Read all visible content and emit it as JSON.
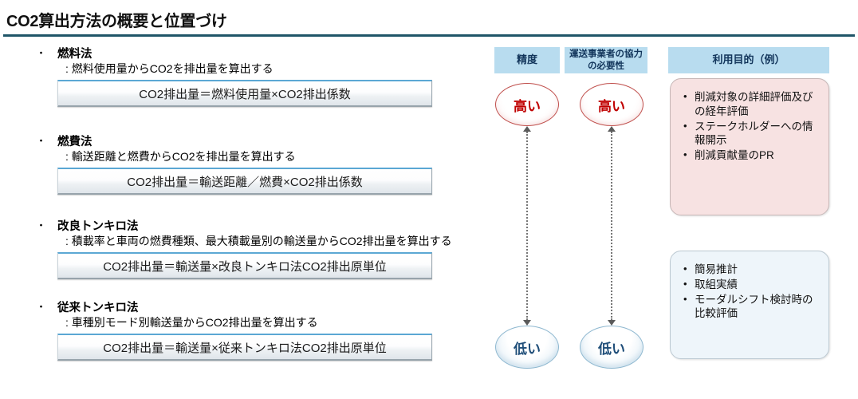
{
  "title": "CO2算出方法の概要と位置づけ",
  "methods": [
    {
      "bullet": "・",
      "name": "燃料法",
      "description": ": 燃料使用量からCO2を排出量を算出する",
      "formula": "CO2排出量＝燃料使用量×CO2排出係数"
    },
    {
      "bullet": "・",
      "name": "燃費法",
      "description": ": 輸送距離と燃費からCO2を排出量を算出する",
      "formula": "CO2排出量＝輸送距離／燃費×CO2排出係数"
    },
    {
      "bullet": "・",
      "name": "改良トンキロ法",
      "description": ": 積載率と車両の燃費種類、最大積載量別の輸送量からCO2排出量を算出する",
      "formula": "CO2排出量＝輸送量×改良トンキロ法CO2排出原単位"
    },
    {
      "bullet": "・",
      "name": "従来トンキロ法",
      "description": ": 車種別モード別輸送量からCO2排出量を算出する",
      "formula": "CO2排出量＝輸送量×従来トンキロ法CO2排出原単位"
    }
  ],
  "columns": {
    "accuracy": {
      "header": "精度",
      "high_label": "高い",
      "low_label": "低い"
    },
    "cooperation": {
      "header": "運送事業者の協力\nの必要性",
      "header_line1": "運送事業者の協力",
      "header_line2": "の必要性",
      "high_label": "高い",
      "low_label": "低い"
    },
    "purpose": {
      "header": "利用目的（例）"
    }
  },
  "purpose_boxes": [
    {
      "id": "detailed",
      "items": [
        "削減対象の詳細評価及びの経年評価",
        "ステークホルダーへの情報開示",
        "削減貢献量のPR"
      ]
    },
    {
      "id": "simple",
      "items": [
        "簡易推計",
        "取組実績",
        "モーダルシフト検討時の比較評価"
      ]
    }
  ],
  "colors": {
    "title_rule": "#1f5568",
    "header_band": "#b8dcef",
    "header_text": "#12355b",
    "high_text": "#c00000",
    "high_border": "#c0504d",
    "low_text": "#1f4e79",
    "low_border": "#8fb8d0",
    "pink_box": "#f7e2e2",
    "blue_box": "#eef5fa",
    "formula_top_border": "#5ba7d4"
  }
}
